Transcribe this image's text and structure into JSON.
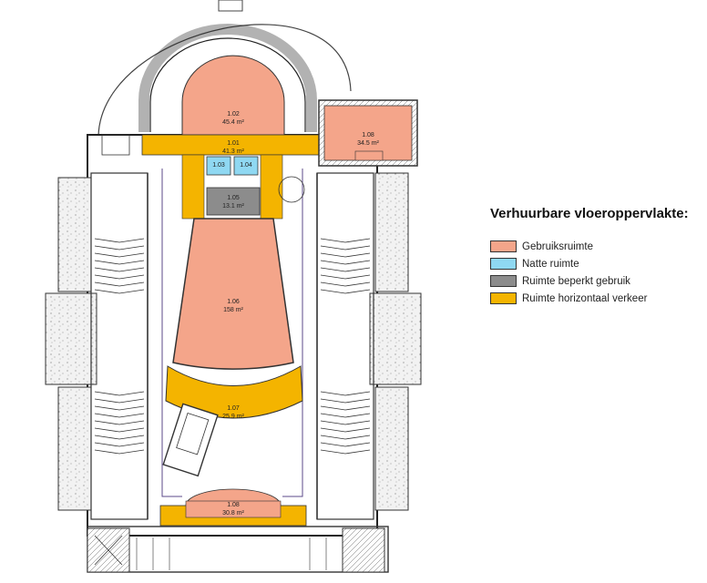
{
  "legend": {
    "title": "Verhuurbare vloeroppervlakte:",
    "items": [
      {
        "label": "Gebruiksruimte",
        "color": "#f4a58a"
      },
      {
        "label": "Natte ruimte",
        "color": "#8fd8f2"
      },
      {
        "label": "Ruimte beperkt gebruik",
        "color": "#8c8c8c"
      },
      {
        "label": "Ruimte horizontaal verkeer",
        "color": "#f4b400"
      }
    ]
  },
  "rooms": [
    {
      "id": "1.02",
      "area": "45.4 m²",
      "type": "Gebruiksruimte"
    },
    {
      "id": "1.01",
      "area": "41.3 m²",
      "type": "Ruimte horizontaal verkeer"
    },
    {
      "id": "1.08",
      "area": "34.5 m²",
      "type": "Gebruiksruimte"
    },
    {
      "id": "1.03",
      "area": "",
      "type": "Natte ruimte"
    },
    {
      "id": "1.04",
      "area": "",
      "type": "Natte ruimte"
    },
    {
      "id": "1.05",
      "area": "13.1 m²",
      "type": "Ruimte beperkt gebruik"
    },
    {
      "id": "1.06",
      "area": "158 m²",
      "type": "Gebruiksruimte"
    },
    {
      "id": "1.07",
      "area": "25.9 m²",
      "type": "Ruimte horizontaal verkeer"
    },
    {
      "id": "1.08",
      "area": "30.8 m²",
      "type": "Ruimte horizontaal verkeer"
    }
  ]
}
